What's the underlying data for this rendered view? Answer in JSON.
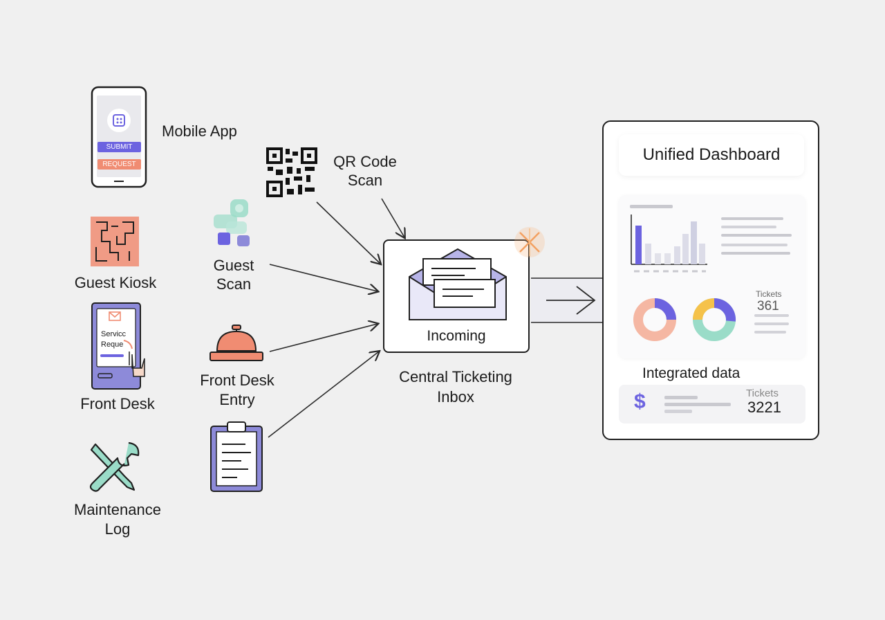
{
  "sources": {
    "mobile_app": {
      "label": "Mobile App",
      "submit_label": "SUBMIT",
      "request_label": "REQUEST"
    },
    "guest_kiosk": {
      "label": "Guest Kiosk"
    },
    "front_desk": {
      "label": "Front Desk",
      "screen_line1": "Servicc",
      "screen_line2": "Reque"
    },
    "maintenance_log": {
      "label_line1": "Maintenance",
      "label_line2": "Log"
    },
    "qr_code_scan": {
      "label_line1": "QR Code",
      "label_line2": "Scan"
    },
    "guest_scan": {
      "label_line1": "Guest",
      "label_line2": "Scan"
    },
    "front_desk_entry": {
      "label_line1": "Front Desk",
      "label_line2": "Entry"
    }
  },
  "inbox": {
    "box_label": "Incoming",
    "caption_line1": "Central Ticketing",
    "caption_line2": "Inbox"
  },
  "dashboard": {
    "title": "Unified Dashboard",
    "tickets_label": "Tickets",
    "tickets_value": "361",
    "integrated_label": "Integrated data",
    "footer_currency": "$",
    "footer_tickets_label": "Tickets",
    "footer_tickets_value": "3221"
  },
  "colors": {
    "accent_purple": "#6c63e0",
    "light_purple": "#c9c6ee",
    "coral": "#f08c72",
    "teal": "#8fd6c2",
    "yellow": "#f5c24a",
    "outline": "#1f1f1f"
  }
}
